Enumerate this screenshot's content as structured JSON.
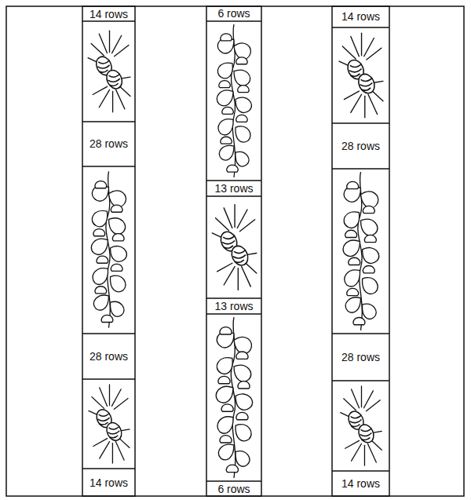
{
  "diagram": {
    "labels": [
      "14 rows",
      "28 rows",
      "28 rows",
      "14 rows",
      "6 rows",
      "13 rows",
      "13 rows",
      "6 rows",
      "14 rows",
      "28 rows",
      "28 rows",
      "14 rows"
    ]
  }
}
